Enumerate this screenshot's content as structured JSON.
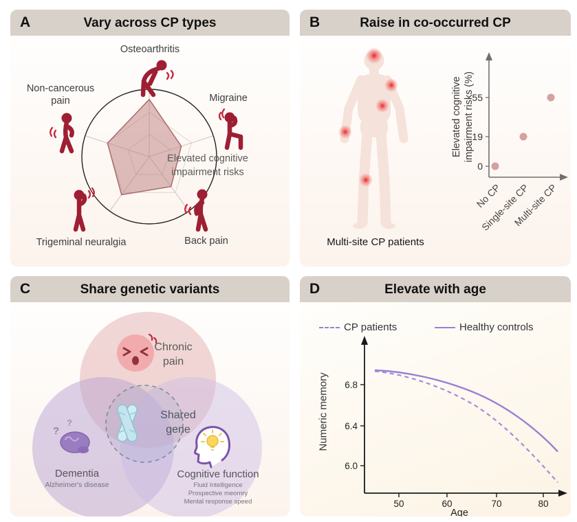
{
  "colors": {
    "header_bg": "#d8d1c9",
    "icon_dark_red": "#9e1e33",
    "pain_spark_red": "#c3273c",
    "radar_fill": "#bb7d7d",
    "scatter_dot": "#d6a0a0",
    "purple_line": "#9b7fd4",
    "venn_pink": "#e2afaf",
    "venn_purple": "#b9a4d4",
    "venn_lavender": "#cabbe4",
    "body_silhouette_pink": "#f5e2da",
    "chromosome_blue": "#cdeaf2"
  },
  "panels": {
    "A": {
      "letter": "A",
      "title": "Vary across CP types",
      "center_label": [
        "Elevated cognitive",
        "impairment risks"
      ],
      "labels": {
        "osteoarthritis": "Osteoarthritis",
        "migraine": "Migraine",
        "back_pain": "Back pain",
        "trigeminal_neuralgia": "Trigeminal neuralgia",
        "non_cancerous": [
          "Non-cancerous",
          "pain"
        ]
      }
    },
    "B": {
      "letter": "B",
      "title": "Raise in co-occurred CP",
      "caption": "Multi-site CP patients",
      "ylabel": [
        "Elevated cognitive",
        "impairment risks (%)"
      ],
      "yticks": [
        "55",
        "19",
        "0"
      ],
      "categories": [
        "No CP",
        "Single-site CP",
        "Multi-site CP"
      ]
    },
    "C": {
      "letter": "C",
      "title": "Share genetic variants",
      "chronic_pain": [
        "Chronic",
        "pain"
      ],
      "shared_gene": [
        "Shared",
        "gene"
      ],
      "dementia": "Dementia",
      "dementia_sub": "Alzheimer's disease",
      "cognitive_function": "Cognitive function",
      "cognitive_subs": [
        "Fluid Intelligence",
        "Prospective meomry",
        "Mental response speed"
      ],
      "question_mark": "?"
    },
    "D": {
      "letter": "D",
      "title": "Elevate with age",
      "legend": [
        "CP patients",
        "Healthy controls"
      ],
      "ylabel": "Numeric memory",
      "xlabel": "Age",
      "yticks": [
        "6.8",
        "6.4",
        "6.0"
      ],
      "xticks": [
        "50",
        "60",
        "70",
        "80"
      ]
    }
  },
  "chart_data": [
    {
      "panel": "A",
      "type": "radar",
      "title": "Vary across CP types",
      "axes": [
        "Osteoarthritis",
        "Migraine",
        "Back pain",
        "Trigeminal neuralgia",
        "Non-cancerous pain"
      ],
      "values_normalized": [
        0.85,
        0.5,
        0.55,
        0.7,
        0.65
      ],
      "annotation": "Elevated cognitive impairment risks",
      "scale_note": "radial scale unlabeled; values estimated from figure"
    },
    {
      "panel": "B",
      "type": "scatter",
      "title": "Raise in co-occurred CP",
      "categories": [
        "No CP",
        "Single-site CP",
        "Multi-site CP"
      ],
      "values": [
        0,
        19,
        55
      ],
      "ylabel": "Elevated cognitive impairment risks (%)",
      "yticks": [
        0,
        19,
        55
      ]
    },
    {
      "panel": "D",
      "type": "line",
      "title": "Elevate with age",
      "xlabel": "Age",
      "ylabel": "Numeric memory",
      "x": [
        45,
        50,
        55,
        60,
        65,
        70,
        75,
        80,
        83
      ],
      "series": [
        {
          "name": "CP patients",
          "line_style": "dashed",
          "values": [
            6.93,
            6.9,
            6.84,
            6.75,
            6.62,
            6.45,
            6.25,
            6.0,
            5.85
          ]
        },
        {
          "name": "Healthy controls",
          "line_style": "solid",
          "values": [
            6.94,
            6.92,
            6.89,
            6.84,
            6.75,
            6.62,
            6.47,
            6.27,
            6.15
          ]
        }
      ],
      "xlim": [
        44,
        85
      ],
      "ylim": [
        5.7,
        7.0
      ],
      "yticks": [
        6.0,
        6.4,
        6.8
      ],
      "xticks": [
        50,
        60,
        70,
        80
      ],
      "legend_position": "top"
    }
  ]
}
